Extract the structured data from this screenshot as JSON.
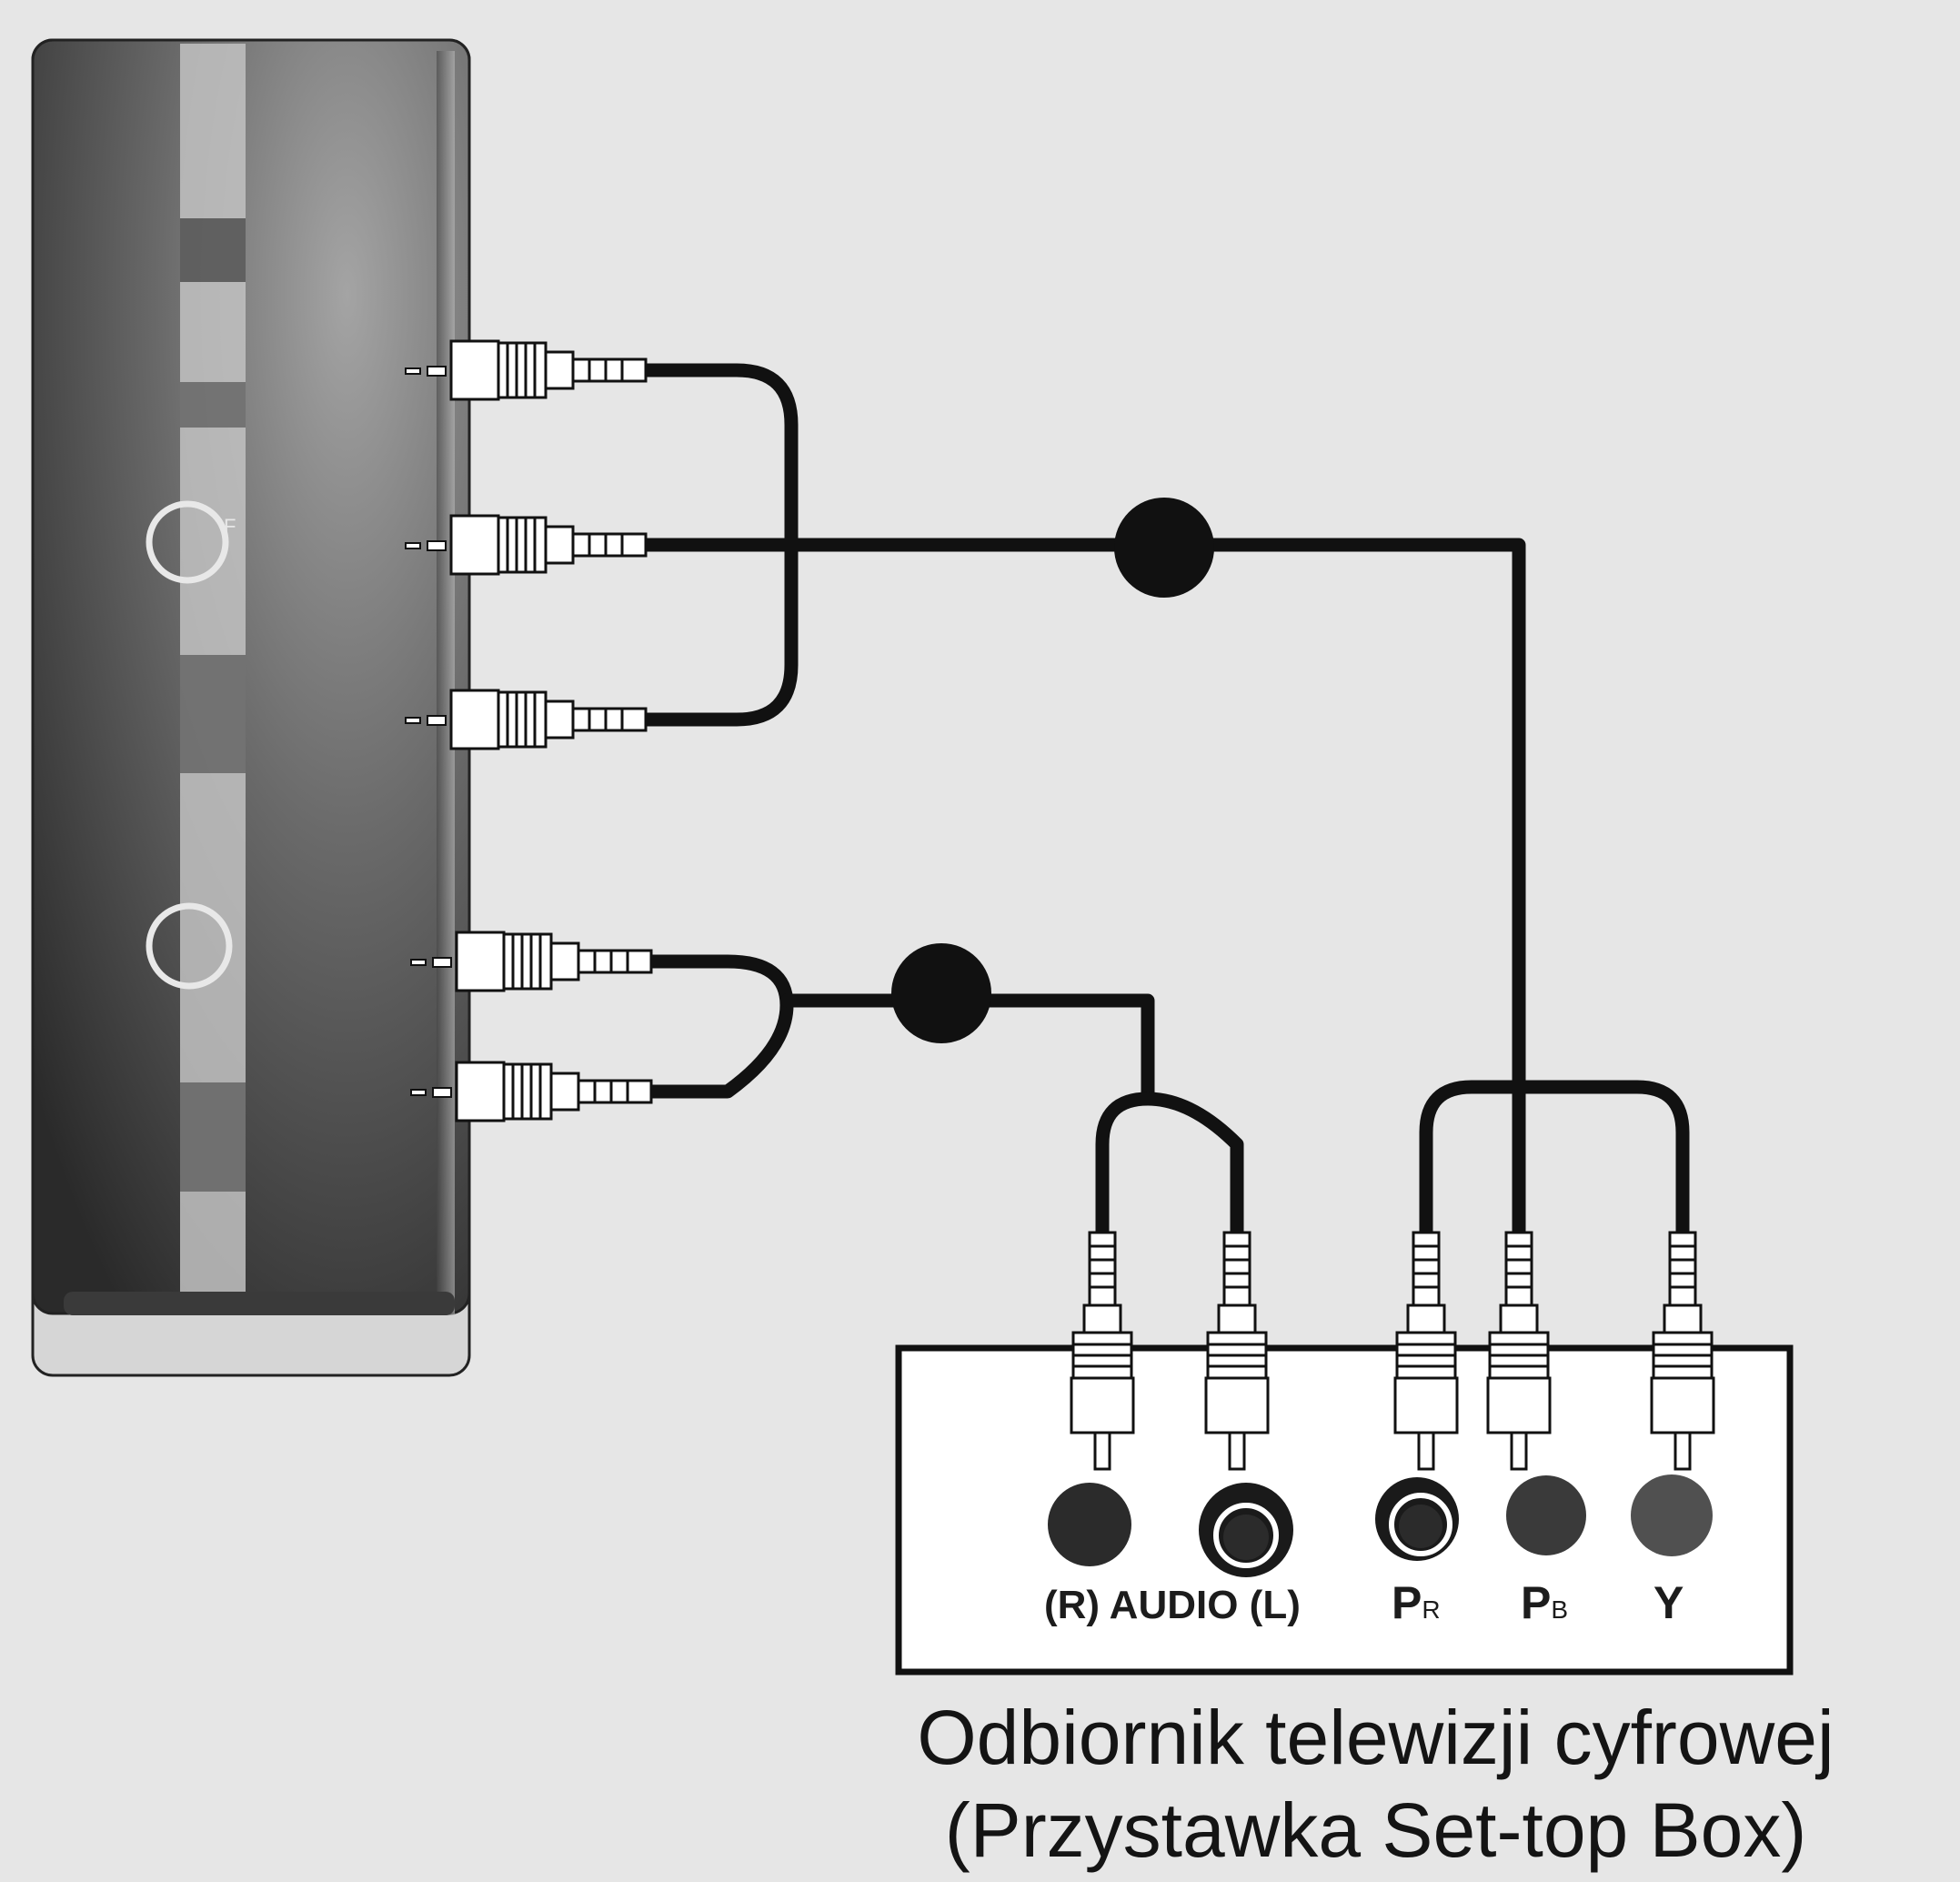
{
  "stb_labels": {
    "audio": "(R) AUDIO (L)",
    "pr_main": "P",
    "pr_sub": "R",
    "pb_main": "P",
    "pb_sub": "B",
    "y": "Y"
  },
  "caption": {
    "line1": "Odbiornik telewizji cyfrowej",
    "line2": "(Przystawka Set-top Box)"
  },
  "colors": {
    "background": "#e6e6e6",
    "cable": "#111111",
    "tv_panel_dark": "#2e2e2e",
    "tv_panel_light": "#9a9a9a",
    "plug": "#ffffff",
    "stb_box": "#ffffff"
  }
}
